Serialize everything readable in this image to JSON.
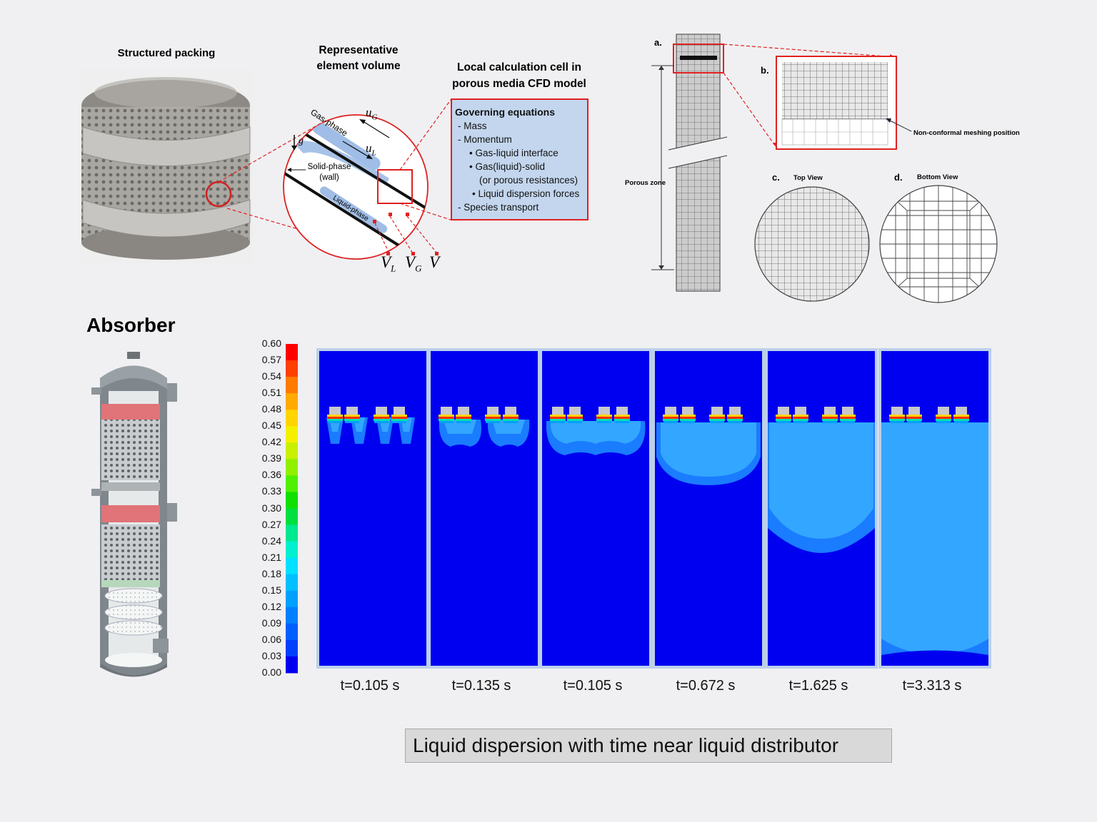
{
  "top_left": {
    "structured_packing_title": "Structured packing",
    "rev_title_line1": "Representative",
    "rev_title_line2": "element volume",
    "local_cell_title_line1": "Local calculation cell in",
    "local_cell_title_line2": "porous media CFD model",
    "gas_phase_label": "Gas-phase",
    "liquid_phase_label": "Liquid-phase",
    "solid_phase_label_line1": "Solid-phase",
    "solid_phase_label_line2": "(wall)",
    "u_gas_label": "u",
    "u_gas_sub": "G",
    "u_liq_label": "u",
    "u_liq_sub": "L",
    "g_label": "g",
    "volume_labels": [
      {
        "main": "V",
        "sub": "L"
      },
      {
        "main": "V",
        "sub": "G"
      },
      {
        "main": "V",
        "sub": ""
      }
    ]
  },
  "governing": {
    "title": "Governing equations",
    "items": [
      {
        "text": "- Mass",
        "level": 1
      },
      {
        "text": "- Momentum",
        "level": 1
      },
      {
        "text": "• Gas-liquid interface",
        "level": 2
      },
      {
        "text": "• Gas(liquid)-solid",
        "level": 2
      },
      {
        "text": "(or porous  resistances)",
        "level": 3
      },
      {
        "text": "•  Liquid dispersion forces",
        "level": 4
      },
      {
        "text": "- Species transport",
        "level": 1
      }
    ]
  },
  "mesh": {
    "label_a": "a.",
    "label_b": "b.",
    "label_c": "c.",
    "label_d": "d.",
    "top_view": "Top View",
    "bottom_view": "Bottom View",
    "porous_zone": "Porous zone",
    "non_conformal": "Non-conformal meshing position"
  },
  "absorber_title": "Absorber",
  "colorbar": {
    "ticks": [
      "0.60",
      "0.57",
      "0.54",
      "0.51",
      "0.48",
      "0.45",
      "0.42",
      "0.39",
      "0.36",
      "0.33",
      "0.30",
      "0.27",
      "0.24",
      "0.21",
      "0.18",
      "0.15",
      "0.12",
      "0.09",
      "0.06",
      "0.03",
      "0.00"
    ],
    "colors": [
      "#ff0000",
      "#ff4000",
      "#ff7a00",
      "#ffaa00",
      "#ffd400",
      "#f4f000",
      "#c8f000",
      "#90f000",
      "#50f000",
      "#10e000",
      "#00e040",
      "#00e890",
      "#00f0d0",
      "#00e0ff",
      "#00c0ff",
      "#00a0ff",
      "#0080ff",
      "#0060ff",
      "#0040ff",
      "#0000f0"
    ]
  },
  "frames": [
    {
      "time": "t=0.105 s"
    },
    {
      "time": "t=0.135 s"
    },
    {
      "time": "t=0.105 s"
    },
    {
      "time": "t=0.672 s"
    },
    {
      "time": "t=1.625 s"
    },
    {
      "time": "t=3.313 s"
    }
  ],
  "caption": "Liquid dispersion with time near liquid distributor"
}
